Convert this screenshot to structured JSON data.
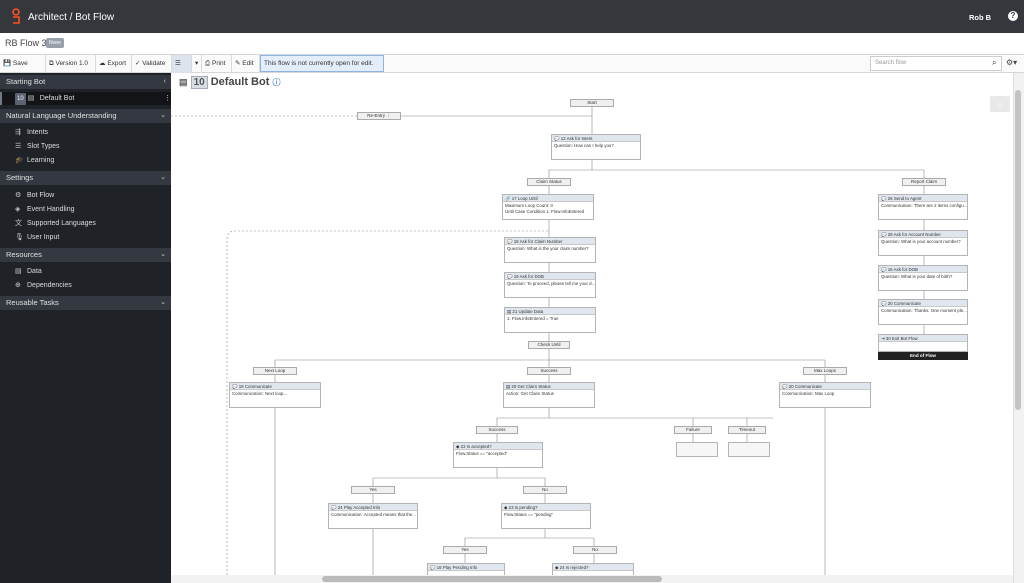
{
  "header": {
    "breadcrumb": "Architect / Bot Flow",
    "user": "Rob B",
    "help_icon": "question-circle-icon"
  },
  "flow": {
    "name": "RB Flow 3",
    "badge": "None"
  },
  "toolbar": {
    "save_as": "Save As...",
    "version": "Version 1.0",
    "export": "Export",
    "validate": "Validate",
    "print": "Print",
    "edit": "Edit",
    "notice": "This flow is not currently open for edit.",
    "search_placeholder": "Search flow"
  },
  "sidebar": {
    "starting_bot": "Starting Bot",
    "default_bot_num": "10",
    "default_bot": "Default Bot",
    "nlu": "Natural Language Understanding",
    "intents": "Intents",
    "slot_types": "Slot Types",
    "learning": "Learning",
    "settings": "Settings",
    "bot_flow": "Bot Flow",
    "event_handling": "Event Handling",
    "supported_languages": "Supported Languages",
    "user_input": "User Input",
    "resources": "Resources",
    "data": "Data",
    "dependencies": "Dependencies",
    "reusable": "Reusable Tasks"
  },
  "canvas": {
    "title_num": "10",
    "title": "Default Bot",
    "start": "Start",
    "reentry": "Re-Entry",
    "ask_intent": {
      "num": "12",
      "title": "Ask for Intent",
      "body": "Question: How can I help you?"
    },
    "claim_status": "Claim Status",
    "report_claim": "Report Claim",
    "loop": {
      "num": "17",
      "title": "Loop Until",
      "body1": "Maximum Loop Count: 3",
      "body2": "Until Case Condition 1: Flow.InfoEntered"
    },
    "ask_claim": {
      "num": "18",
      "title": "Ask for Claim Number",
      "body": "Question: What is the your claim number?"
    },
    "ask_dob1": {
      "num": "19",
      "title": "Ask for DOB",
      "body": "Question: To proceed, please tell me your d..."
    },
    "update": {
      "num": "21",
      "title": "Update Data",
      "body": "1: Flow.InfoEntered = True"
    },
    "check_until": "Check Until",
    "next_loop": "Next Loop",
    "success": "Success",
    "max_loops": "Max Loops",
    "comm_next": {
      "num": "19",
      "title": "Communicate",
      "body": "Communication: Next loop..."
    },
    "get_claim": {
      "num": "20",
      "title": "Get Claim Status",
      "body": "Action: Get Claim Status"
    },
    "comm_max": {
      "num": "20",
      "title": "Communicate",
      "body": "Communication: Max Loop"
    },
    "success2": "Success",
    "failure": "Failure",
    "timeout": "Timeout",
    "is_accepted": {
      "num": "22",
      "title": "Is accepted?",
      "body": "Flow.Status == \"accepted\""
    },
    "yes1": "Yes",
    "no1": "No",
    "play_accepted": {
      "num": "24",
      "title": "Play Accepted Info",
      "body": "Communication: Accepted means that the..."
    },
    "is_pending": {
      "num": "23",
      "title": "Is pending?",
      "body": "Flow.Status == \"pending\""
    },
    "yes2": "Yes",
    "no2": "No",
    "play_pending": {
      "num": "16",
      "title": "Play Pending Info"
    },
    "is_rejected": {
      "num": "24",
      "title": "Is rejected?"
    },
    "xfer": {
      "num": "26",
      "title": "Send to Agent",
      "body": "Communication: There are 2 items configu..."
    },
    "ask_acct": {
      "num": "28",
      "title": "Ask for Account Number",
      "body": "Question: What is your account number?"
    },
    "ask_dob2": {
      "num": "16",
      "title": "Ask for DOB",
      "body": "Question: What is your date of birth?"
    },
    "comm_thanks": {
      "num": "20",
      "title": "Communicate",
      "body": "Communication: Thanks. One moment ple..."
    },
    "exit": {
      "num": "30",
      "title": "Exit Bot Flow"
    },
    "end_of_flow": "End of Flow"
  }
}
